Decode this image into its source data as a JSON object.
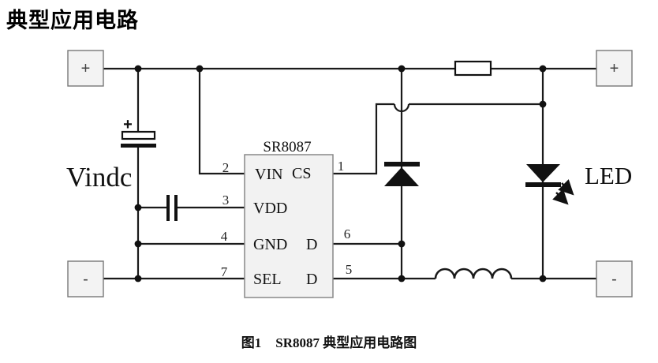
{
  "page": {
    "title": "典型应用电路",
    "caption_figure": "图1",
    "caption_text": "SR8087 典型应用电路图"
  },
  "circuit": {
    "input_label": "Vindc",
    "led_label": "LED",
    "capacitor_plus": "+",
    "terminals": {
      "top_left": "+",
      "top_right": "+",
      "bottom_left": "-",
      "bottom_right": "-"
    },
    "ic": {
      "part_number": "SR8087",
      "pins": {
        "vin": {
          "num": "2",
          "label": "VIN"
        },
        "vdd": {
          "num": "3",
          "label": "VDD"
        },
        "gnd": {
          "num": "4",
          "label": "GND"
        },
        "sel": {
          "num": "7",
          "label": "SEL"
        },
        "cs": {
          "num": "1",
          "label": "CS"
        },
        "d6": {
          "num": "6",
          "label": "D"
        },
        "d5": {
          "num": "5",
          "label": "D"
        }
      }
    },
    "colors": {
      "wire": "#1a1a1a",
      "terminal_fill": "#f3f3f3",
      "terminal_border": "#777777",
      "ic_fill": "#f2f2f2",
      "ic_border": "#888888"
    }
  }
}
